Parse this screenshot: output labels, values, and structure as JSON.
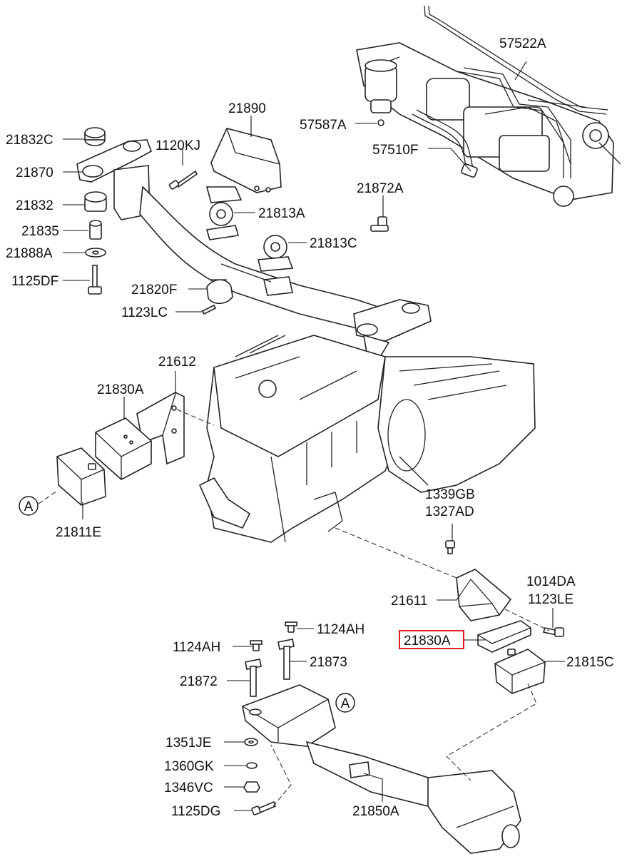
{
  "callouts": {
    "c57522A": "57522A",
    "c57587A": "57587A",
    "c57510F": "57510F",
    "c21832C": "21832C",
    "c21870": "21870",
    "c21832": "21832",
    "c21835": "21835",
    "c21888A": "21888A",
    "c1125DF": "1125DF",
    "c1120KJ": "1120KJ",
    "c21890": "21890",
    "c21813A": "21813A",
    "c21872A": "21872A",
    "c21813C": "21813C",
    "c21820F": "21820F",
    "c1123LC": "1123LC",
    "c21612": "21612",
    "c21830A_left": "21830A",
    "c21811E": "21811E",
    "c1339GB": "1339GB",
    "c1327AD": "1327AD",
    "c1014DA": "1014DA",
    "c1123LE": "1123LE",
    "c21611": "21611",
    "c21830A_highlight": "21830A",
    "c1124AH_right": "1124AH",
    "c1124AH_left": "1124AH",
    "c21873": "21873",
    "c21872": "21872",
    "c21815C": "21815C",
    "c1351JE": "1351JE",
    "c1360GK": "1360GK",
    "c1346VC": "1346VC",
    "c1125DG": "1125DG",
    "c21850A": "21850A"
  },
  "reference_marks": {
    "left": "A",
    "right": "A"
  },
  "highlight_color": "#e02020"
}
